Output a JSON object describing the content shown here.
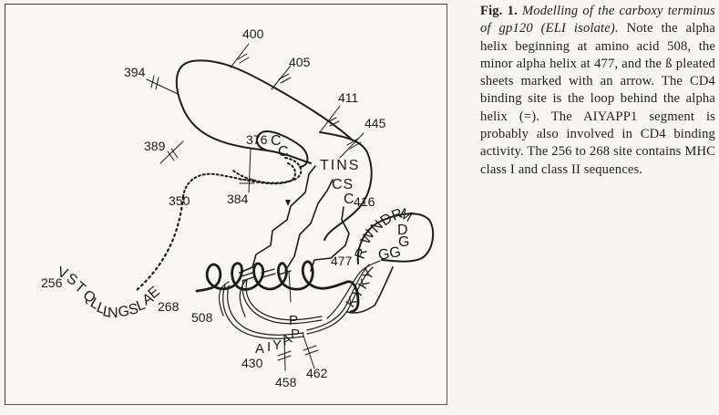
{
  "figure": {
    "label": "Fig. 1.",
    "title": "Modelling of the carboxy terminus of gp120 (ELI isolate).",
    "body": "Note the alpha helix beginning at amino acid 508, the minor alpha helix at 477, and the ß pleated sheets marked with an arrow. The CD4 binding site is the loop behind the alpha helix (=). The AIYAPP1 segment is probably also involved in CD4 binding activity. The 256 to 268 site contains MHC class I and class II sequences."
  },
  "diagram": {
    "residue_labels": {
      "r400": "400",
      "r394": "394",
      "r405": "405",
      "r411": "411",
      "r445": "445",
      "r389": "389",
      "r376": "376",
      "r384": "384",
      "r350": "350",
      "r416": "416",
      "r477": "477",
      "r256": "256",
      "r268": "268",
      "r508": "508",
      "r430": "430",
      "r458": "458",
      "r462": "462"
    },
    "sequences": {
      "mhc_site": [
        "V",
        "S",
        "T",
        "Q",
        "L",
        "L",
        "L",
        "N",
        "G",
        "S",
        "L",
        "A",
        "E"
      ],
      "tins": "TINS",
      "cs": "CS",
      "c416": "C",
      "cys_top": "C",
      "cys_bottom": "C",
      "loop_rwndrm": [
        "R",
        "W",
        "N",
        "D",
        "R",
        "M"
      ],
      "loop_dg": [
        "D",
        "G"
      ],
      "loop_gg": "GG",
      "kyky": [
        "K",
        "Y",
        "K",
        "Y"
      ],
      "aiyapp": [
        "A",
        "I",
        "Y",
        "A",
        "P",
        "P"
      ]
    }
  }
}
